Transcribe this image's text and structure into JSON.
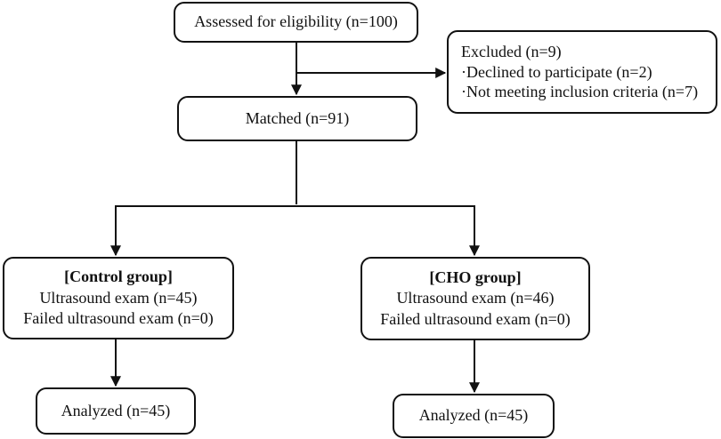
{
  "assessed": {
    "text": "Assessed for eligibility (n=100)"
  },
  "excluded": {
    "title": "Excluded (n=9)",
    "items": [
      "·Declined to participate (n=2)",
      "·Not meeting inclusion criteria (n=7)"
    ]
  },
  "matched": {
    "text": "Matched (n=91)"
  },
  "control": {
    "title": "[Control group]",
    "line1": "Ultrasound exam (n=45)",
    "line2": "Failed ultrasound exam (n=0)"
  },
  "cho": {
    "title": "[CHO group]",
    "line1": "Ultrasound exam (n=46)",
    "line2": "Failed ultrasound exam (n=0)"
  },
  "analyzed_control": {
    "text": "Analyzed (n=45)"
  },
  "analyzed_cho": {
    "text": "Analyzed (n=45)"
  }
}
